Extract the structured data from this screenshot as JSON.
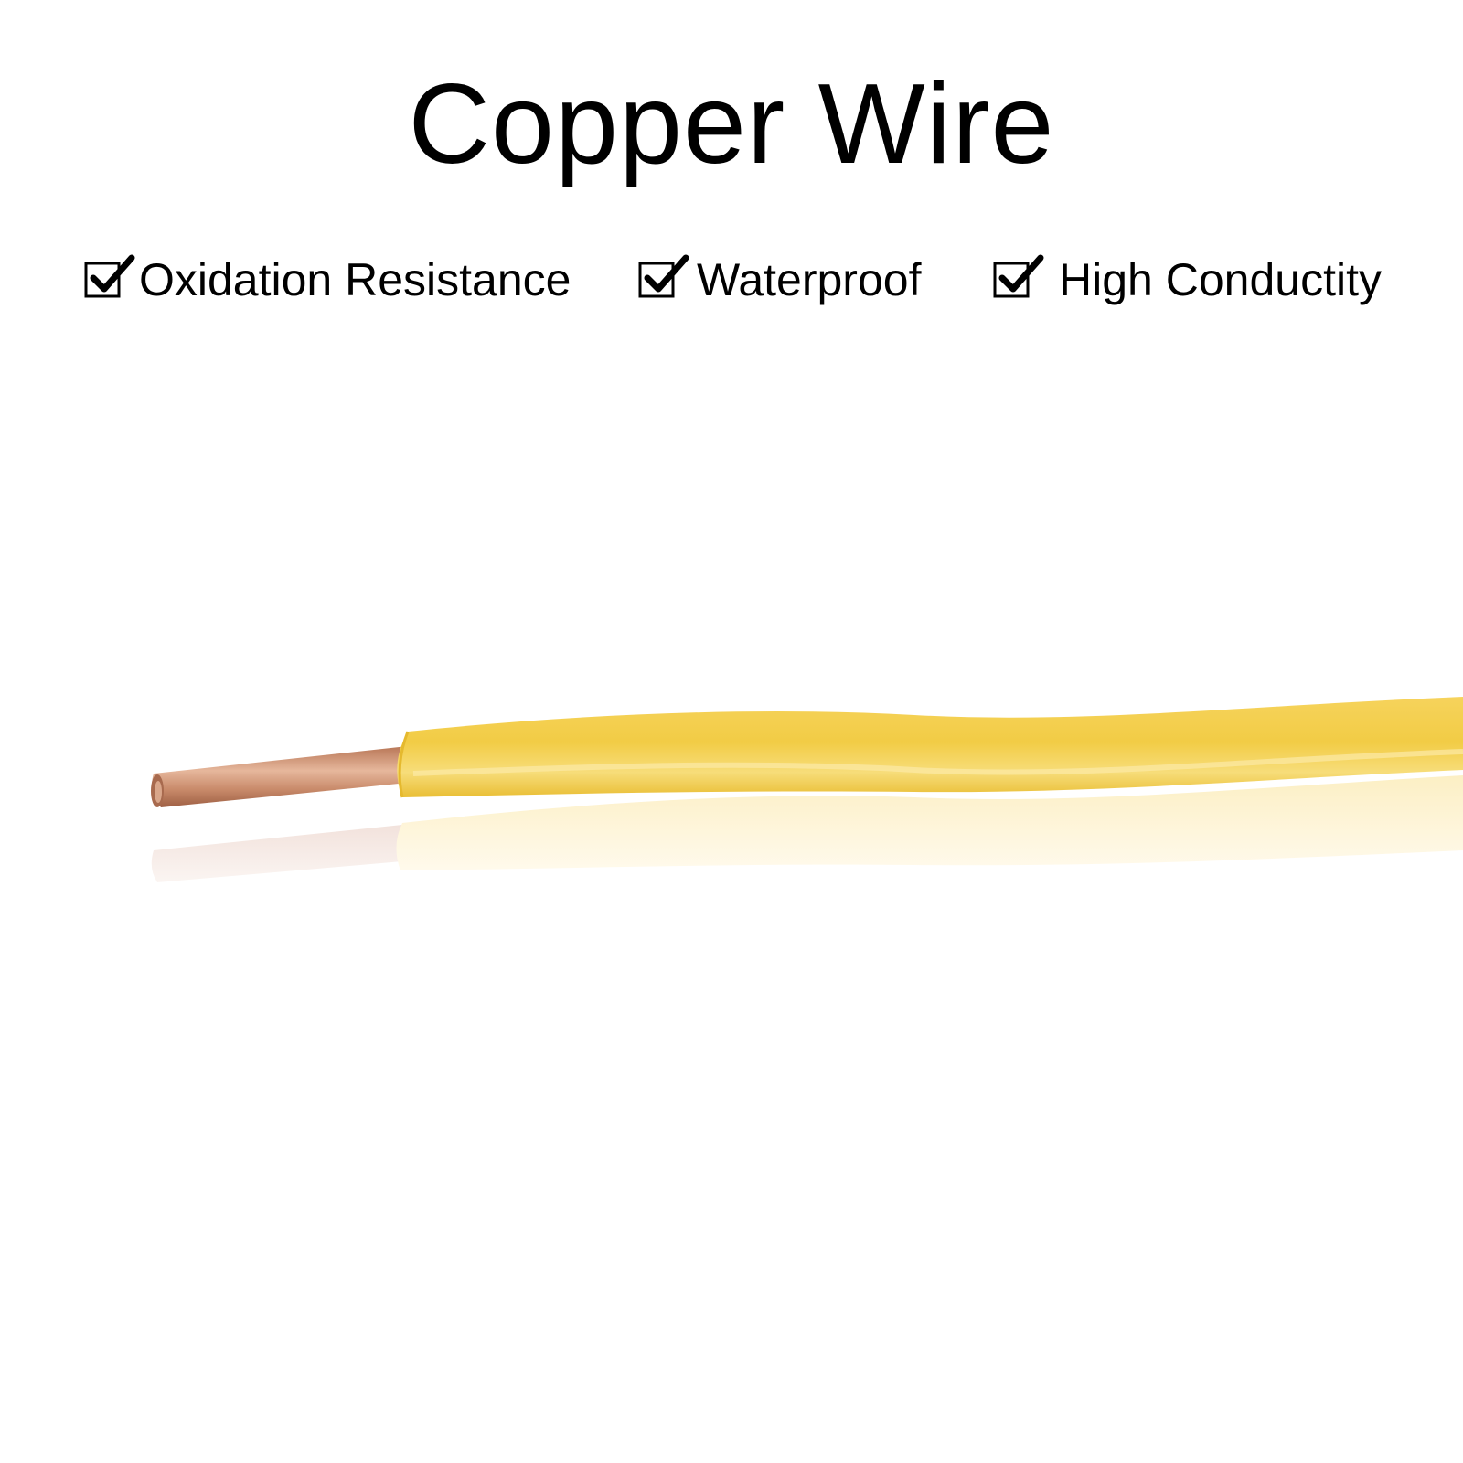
{
  "title": "Copper Wire",
  "features": [
    {
      "label": "Oxidation Resistance",
      "icon": "checked-box-icon",
      "checked": true
    },
    {
      "label": "Waterproof",
      "icon": "checked-box-icon",
      "checked": true
    },
    {
      "label": "High Conductity",
      "icon": "checked-box-icon",
      "checked": true
    }
  ],
  "photo": {
    "subject": "yellow-insulated-copper-wire",
    "insulation_color": "#F2CC45",
    "copper_color": "#C98B6B",
    "reflection": true
  }
}
